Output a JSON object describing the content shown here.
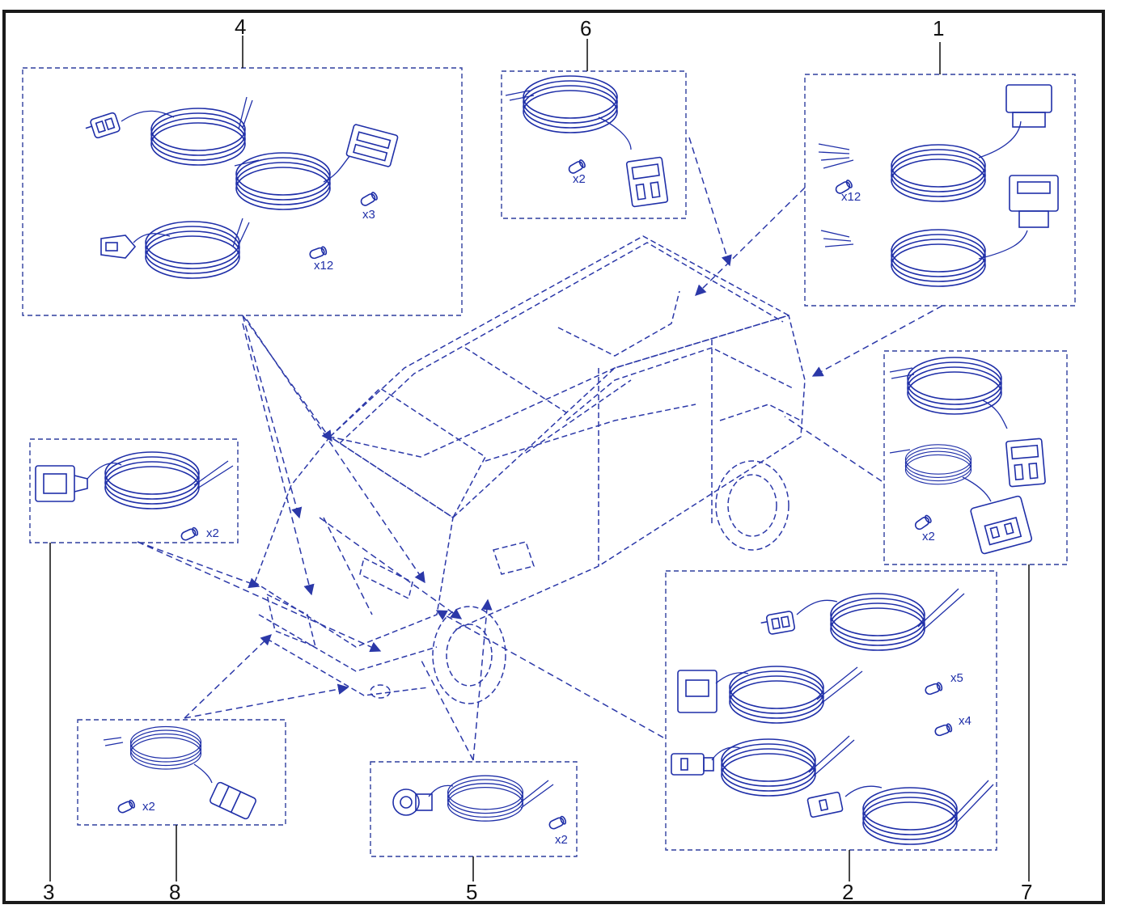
{
  "callouts": {
    "c1": "1",
    "c2": "2",
    "c3": "3",
    "c4": "4",
    "c5": "5",
    "c6": "6",
    "c7": "7",
    "c8": "8"
  },
  "quantities": {
    "box4_a": "x3",
    "box4_b": "x12",
    "box6": "x2",
    "box1": "x12",
    "box3": "x2",
    "box7": "x2",
    "box8": "x2",
    "box5": "x2",
    "box2_a": "x5",
    "box2_b": "x4"
  },
  "colors": {
    "line_art": "#1f2fa8",
    "frame": "#1a1a1a",
    "background": "#ffffff"
  }
}
